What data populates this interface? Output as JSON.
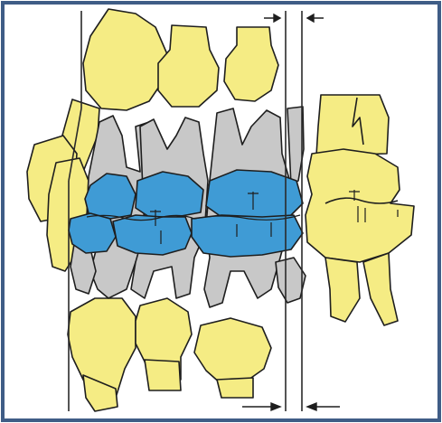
{
  "figure": {
    "kind": "dental-arch-schematic",
    "colors": {
      "frame": "#3f5d86",
      "yellow_fill": "#f5ec84",
      "gray_fill": "#c8c8c8",
      "blue_fill": "#3f9bd5",
      "stroke": "#1e1e1e",
      "guide_line": "#2a2a2a"
    },
    "arrows": {
      "top_left": "arrow-right",
      "top_right": "arrow-left",
      "bottom_left": "arrow-right",
      "bottom_right": "arrow-left"
    }
  }
}
